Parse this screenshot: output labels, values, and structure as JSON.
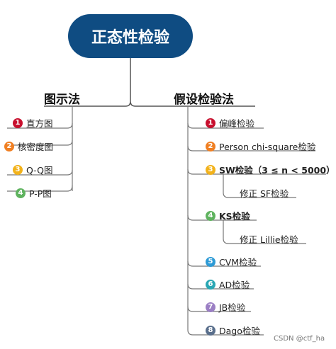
{
  "root": {
    "label": "正态性检验"
  },
  "left": {
    "title": "图示法",
    "items": [
      {
        "num": "1",
        "label": "直方图",
        "color": "#c8102e"
      },
      {
        "num": "2",
        "label": "核密度图",
        "color": "#f07f22"
      },
      {
        "num": "3",
        "label": "Q-Q图",
        "color": "#f2b21b"
      },
      {
        "num": "4",
        "label": "P-P图",
        "color": "#5fb35f"
      }
    ]
  },
  "right": {
    "title": "假设检验法",
    "items": [
      {
        "num": "1",
        "label": "偏峰检验",
        "color": "#c8102e"
      },
      {
        "num": "2",
        "label": "Person chi-square检验",
        "color": "#f07f22"
      },
      {
        "num": "3",
        "label": "SW检验（3 ≤ n < 5000）",
        "color": "#f2b21b",
        "sub": "修正 SF检验"
      },
      {
        "num": "4",
        "label": "KS检验",
        "color": "#5fb35f",
        "sub": "修正 Lillie检验"
      },
      {
        "num": "5",
        "label": "CVM检验",
        "color": "#2e9bd6"
      },
      {
        "num": "6",
        "label": "AD检验",
        "color": "#2aa7b4"
      },
      {
        "num": "7",
        "label": "JB检验",
        "color": "#9b7fc4"
      },
      {
        "num": "8",
        "label": "Dago检验",
        "color": "#5a6f8c"
      }
    ]
  },
  "watermark": "CSDN @ctf_ha"
}
